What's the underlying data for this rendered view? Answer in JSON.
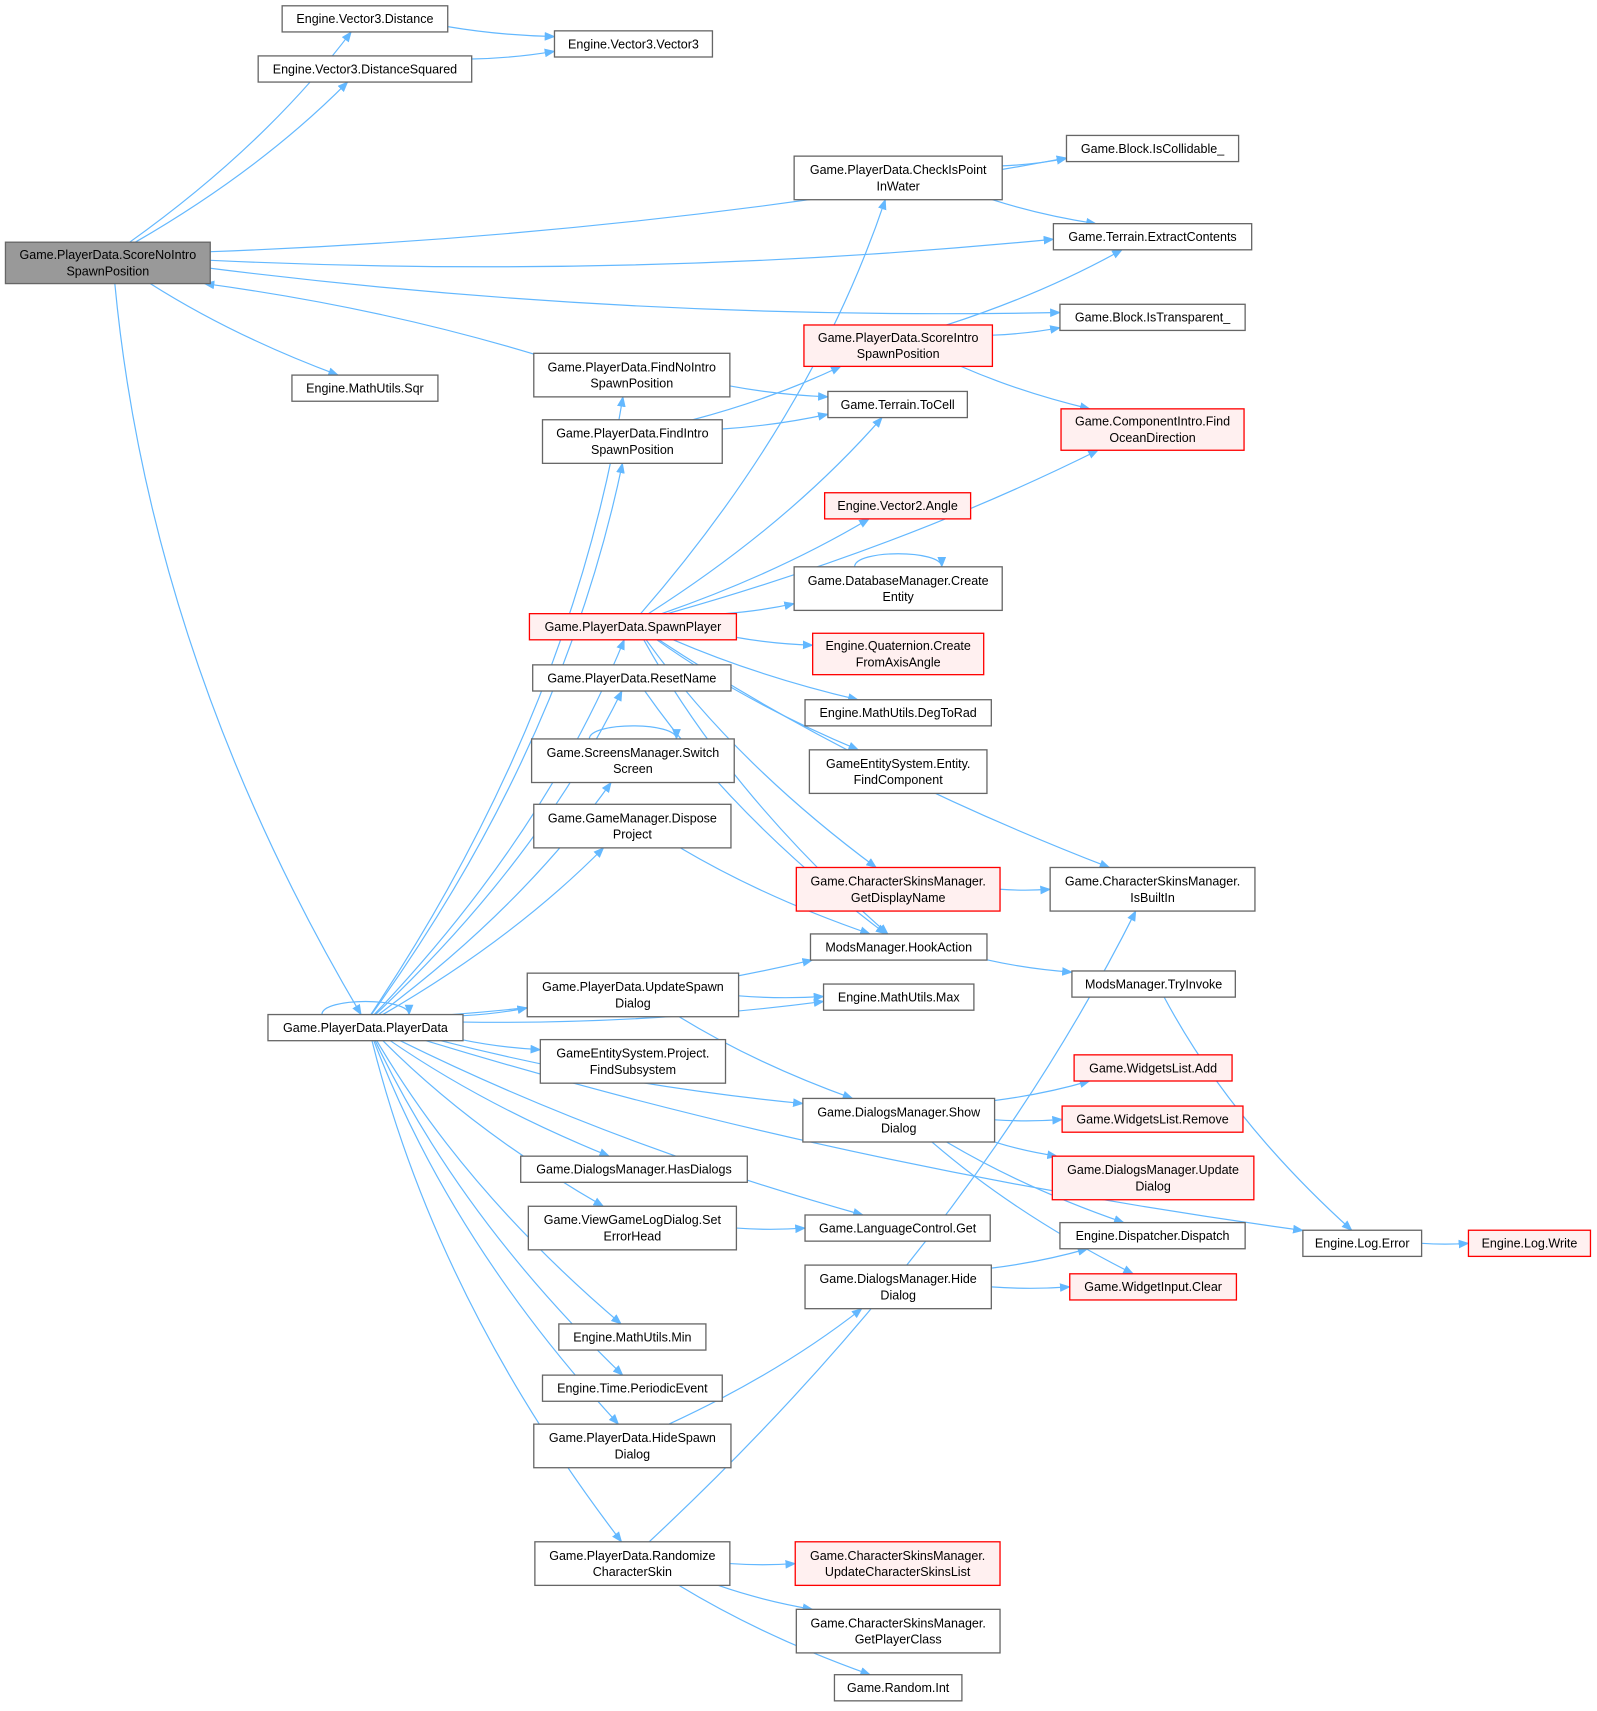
{
  "colors": {
    "edge": "#63b8ff",
    "node_border": "#666666",
    "root_fill": "#999999",
    "red_border": "#ff0000",
    "red_fill": "#fff0f0"
  },
  "nodes": [
    {
      "id": "scoreNoIntro",
      "lines": [
        "Game.PlayerData.ScoreNoIntro",
        "SpawnPosition"
      ],
      "style": "root"
    },
    {
      "id": "v3dist",
      "lines": [
        "Engine.Vector3.Distance"
      ],
      "style": "normal"
    },
    {
      "id": "v3distsq",
      "lines": [
        "Engine.Vector3.DistanceSquared"
      ],
      "style": "normal"
    },
    {
      "id": "v3",
      "lines": [
        "Engine.Vector3.Vector3"
      ],
      "style": "normal"
    },
    {
      "id": "sqr",
      "lines": [
        "Engine.MathUtils.Sqr"
      ],
      "style": "normal"
    },
    {
      "id": "isCollidable",
      "lines": [
        "Game.Block.IsCollidable_"
      ],
      "style": "normal"
    },
    {
      "id": "checkWater",
      "lines": [
        "Game.PlayerData.CheckIsPoint",
        "InWater"
      ],
      "style": "normal"
    },
    {
      "id": "extract",
      "lines": [
        "Game.Terrain.ExtractContents"
      ],
      "style": "normal"
    },
    {
      "id": "isTransparent",
      "lines": [
        "Game.Block.IsTransparent_"
      ],
      "style": "normal"
    },
    {
      "id": "scoreIntro",
      "lines": [
        "Game.PlayerData.ScoreIntro",
        "SpawnPosition"
      ],
      "style": "red"
    },
    {
      "id": "findNoIntro",
      "lines": [
        "Game.PlayerData.FindNoIntro",
        "SpawnPosition"
      ],
      "style": "normal"
    },
    {
      "id": "findIntro",
      "lines": [
        "Game.PlayerData.FindIntro",
        "SpawnPosition"
      ],
      "style": "normal"
    },
    {
      "id": "toCell",
      "lines": [
        "Game.Terrain.ToCell"
      ],
      "style": "normal"
    },
    {
      "id": "ocean",
      "lines": [
        "Game.ComponentIntro.Find",
        "OceanDirection"
      ],
      "style": "red"
    },
    {
      "id": "v2angle",
      "lines": [
        "Engine.Vector2.Angle"
      ],
      "style": "red"
    },
    {
      "id": "createEntity",
      "lines": [
        "Game.DatabaseManager.Create",
        "Entity"
      ],
      "style": "normal"
    },
    {
      "id": "spawnPlayer",
      "lines": [
        "Game.PlayerData.SpawnPlayer"
      ],
      "style": "red"
    },
    {
      "id": "quat",
      "lines": [
        "Engine.Quaternion.Create",
        "FromAxisAngle"
      ],
      "style": "red"
    },
    {
      "id": "resetName",
      "lines": [
        "Game.PlayerData.ResetName"
      ],
      "style": "normal"
    },
    {
      "id": "degToRad",
      "lines": [
        "Engine.MathUtils.DegToRad"
      ],
      "style": "normal"
    },
    {
      "id": "switchScreen",
      "lines": [
        "Game.ScreensManager.Switch",
        "Screen"
      ],
      "style": "normal"
    },
    {
      "id": "findComponent",
      "lines": [
        "GameEntitySystem.Entity.",
        "FindComponent"
      ],
      "style": "normal"
    },
    {
      "id": "disposeProject",
      "lines": [
        "Game.GameManager.Dispose",
        "Project"
      ],
      "style": "normal"
    },
    {
      "id": "getDisplayName",
      "lines": [
        "Game.CharacterSkinsManager.",
        "GetDisplayName"
      ],
      "style": "red"
    },
    {
      "id": "isBuiltIn",
      "lines": [
        "Game.CharacterSkinsManager.",
        "IsBuiltIn"
      ],
      "style": "normal"
    },
    {
      "id": "hookAction",
      "lines": [
        "ModsManager.HookAction"
      ],
      "style": "normal"
    },
    {
      "id": "tryInvoke",
      "lines": [
        "ModsManager.TryInvoke"
      ],
      "style": "normal"
    },
    {
      "id": "updateSpawn",
      "lines": [
        "Game.PlayerData.UpdateSpawn",
        "Dialog"
      ],
      "style": "normal"
    },
    {
      "id": "max",
      "lines": [
        "Engine.MathUtils.Max"
      ],
      "style": "normal"
    },
    {
      "id": "playerData",
      "lines": [
        "Game.PlayerData.PlayerData"
      ],
      "style": "normal"
    },
    {
      "id": "findSubsystem",
      "lines": [
        "GameEntitySystem.Project.",
        "FindSubsystem"
      ],
      "style": "normal"
    },
    {
      "id": "wlAdd",
      "lines": [
        "Game.WidgetsList.Add"
      ],
      "style": "red"
    },
    {
      "id": "showDialog",
      "lines": [
        "Game.DialogsManager.Show",
        "Dialog"
      ],
      "style": "normal"
    },
    {
      "id": "wlRemove",
      "lines": [
        "Game.WidgetsList.Remove"
      ],
      "style": "red"
    },
    {
      "id": "hasDialogs",
      "lines": [
        "Game.DialogsManager.HasDialogs"
      ],
      "style": "normal"
    },
    {
      "id": "updateDialog",
      "lines": [
        "Game.DialogsManager.Update",
        "Dialog"
      ],
      "style": "red"
    },
    {
      "id": "setErrorHead",
      "lines": [
        "Game.ViewGameLogDialog.Set",
        "ErrorHead"
      ],
      "style": "normal"
    },
    {
      "id": "langGet",
      "lines": [
        "Game.LanguageControl.Get"
      ],
      "style": "normal"
    },
    {
      "id": "dispatch",
      "lines": [
        "Engine.Dispatcher.Dispatch"
      ],
      "style": "normal"
    },
    {
      "id": "logError",
      "lines": [
        "Engine.Log.Error"
      ],
      "style": "normal"
    },
    {
      "id": "logWrite",
      "lines": [
        "Engine.Log.Write"
      ],
      "style": "red"
    },
    {
      "id": "hideDialog",
      "lines": [
        "Game.DialogsManager.Hide",
        "Dialog"
      ],
      "style": "normal"
    },
    {
      "id": "wiClear",
      "lines": [
        "Game.WidgetInput.Clear"
      ],
      "style": "red"
    },
    {
      "id": "min",
      "lines": [
        "Engine.MathUtils.Min"
      ],
      "style": "normal"
    },
    {
      "id": "periodic",
      "lines": [
        "Engine.Time.PeriodicEvent"
      ],
      "style": "normal"
    },
    {
      "id": "hideSpawn",
      "lines": [
        "Game.PlayerData.HideSpawn",
        "Dialog"
      ],
      "style": "normal"
    },
    {
      "id": "randomize",
      "lines": [
        "Game.PlayerData.Randomize",
        "CharacterSkin"
      ],
      "style": "normal"
    },
    {
      "id": "updateSkins",
      "lines": [
        "Game.CharacterSkinsManager.",
        "UpdateCharacterSkinsList"
      ],
      "style": "red"
    },
    {
      "id": "getPlayerClass",
      "lines": [
        "Game.CharacterSkinsManager.",
        "GetPlayerClass"
      ],
      "style": "normal"
    },
    {
      "id": "randomInt",
      "lines": [
        "Game.Random.Int"
      ],
      "style": "normal"
    }
  ],
  "edges": [
    [
      "scoreNoIntro",
      "v3dist"
    ],
    [
      "scoreNoIntro",
      "v3distsq"
    ],
    [
      "scoreNoIntro",
      "isCollidable"
    ],
    [
      "scoreNoIntro",
      "extract"
    ],
    [
      "scoreNoIntro",
      "isTransparent"
    ],
    [
      "scoreNoIntro",
      "sqr"
    ],
    [
      "scoreNoIntro",
      "playerData"
    ],
    [
      "findNoIntro",
      "scoreNoIntro"
    ],
    [
      "findNoIntro",
      "toCell"
    ],
    [
      "v3dist",
      "v3"
    ],
    [
      "v3distsq",
      "v3"
    ],
    [
      "checkWater",
      "isCollidable"
    ],
    [
      "checkWater",
      "extract"
    ],
    [
      "scoreIntro",
      "extract"
    ],
    [
      "scoreIntro",
      "isTransparent"
    ],
    [
      "scoreIntro",
      "ocean"
    ],
    [
      "findIntro",
      "scoreIntro"
    ],
    [
      "findIntro",
      "toCell"
    ],
    [
      "spawnPlayer",
      "checkWater"
    ],
    [
      "spawnPlayer",
      "toCell"
    ],
    [
      "spawnPlayer",
      "ocean"
    ],
    [
      "spawnPlayer",
      "v2angle"
    ],
    [
      "spawnPlayer",
      "createEntity"
    ],
    [
      "spawnPlayer",
      "quat"
    ],
    [
      "spawnPlayer",
      "degToRad"
    ],
    [
      "spawnPlayer",
      "findComponent"
    ],
    [
      "spawnPlayer",
      "getDisplayName"
    ],
    [
      "spawnPlayer",
      "isBuiltIn"
    ],
    [
      "spawnPlayer",
      "hookAction"
    ],
    [
      "createEntity",
      "createEntity"
    ],
    [
      "switchScreen",
      "switchScreen"
    ],
    [
      "resetName",
      "hookAction"
    ],
    [
      "disposeProject",
      "hookAction"
    ],
    [
      "getDisplayName",
      "isBuiltIn"
    ],
    [
      "hookAction",
      "tryInvoke"
    ],
    [
      "tryInvoke",
      "logError"
    ],
    [
      "logError",
      "logWrite"
    ],
    [
      "updateSpawn",
      "max"
    ],
    [
      "updateSpawn",
      "showDialog"
    ],
    [
      "showDialog",
      "wlAdd"
    ],
    [
      "showDialog",
      "wlRemove"
    ],
    [
      "showDialog",
      "updateDialog"
    ],
    [
      "showDialog",
      "dispatch"
    ],
    [
      "showDialog",
      "wiClear"
    ],
    [
      "setErrorHead",
      "langGet"
    ],
    [
      "hideDialog",
      "dispatch"
    ],
    [
      "hideDialog",
      "wiClear"
    ],
    [
      "hideSpawn",
      "hideDialog"
    ],
    [
      "randomize",
      "isBuiltIn"
    ],
    [
      "randomize",
      "updateSkins"
    ],
    [
      "randomize",
      "getPlayerClass"
    ],
    [
      "randomize",
      "randomInt"
    ],
    [
      "playerData",
      "playerData"
    ],
    [
      "playerData",
      "findNoIntro"
    ],
    [
      "playerData",
      "findIntro"
    ],
    [
      "playerData",
      "spawnPlayer"
    ],
    [
      "playerData",
      "resetName"
    ],
    [
      "playerData",
      "switchScreen"
    ],
    [
      "playerData",
      "disposeProject"
    ],
    [
      "playerData",
      "hookAction"
    ],
    [
      "playerData",
      "max"
    ],
    [
      "playerData",
      "updateSpawn"
    ],
    [
      "playerData",
      "findSubsystem"
    ],
    [
      "playerData",
      "showDialog"
    ],
    [
      "playerData",
      "hasDialogs"
    ],
    [
      "playerData",
      "setErrorHead"
    ],
    [
      "playerData",
      "langGet"
    ],
    [
      "playerData",
      "min"
    ],
    [
      "playerData",
      "periodic"
    ],
    [
      "playerData",
      "hideSpawn"
    ],
    [
      "playerData",
      "logError"
    ],
    [
      "playerData",
      "randomize"
    ]
  ]
}
